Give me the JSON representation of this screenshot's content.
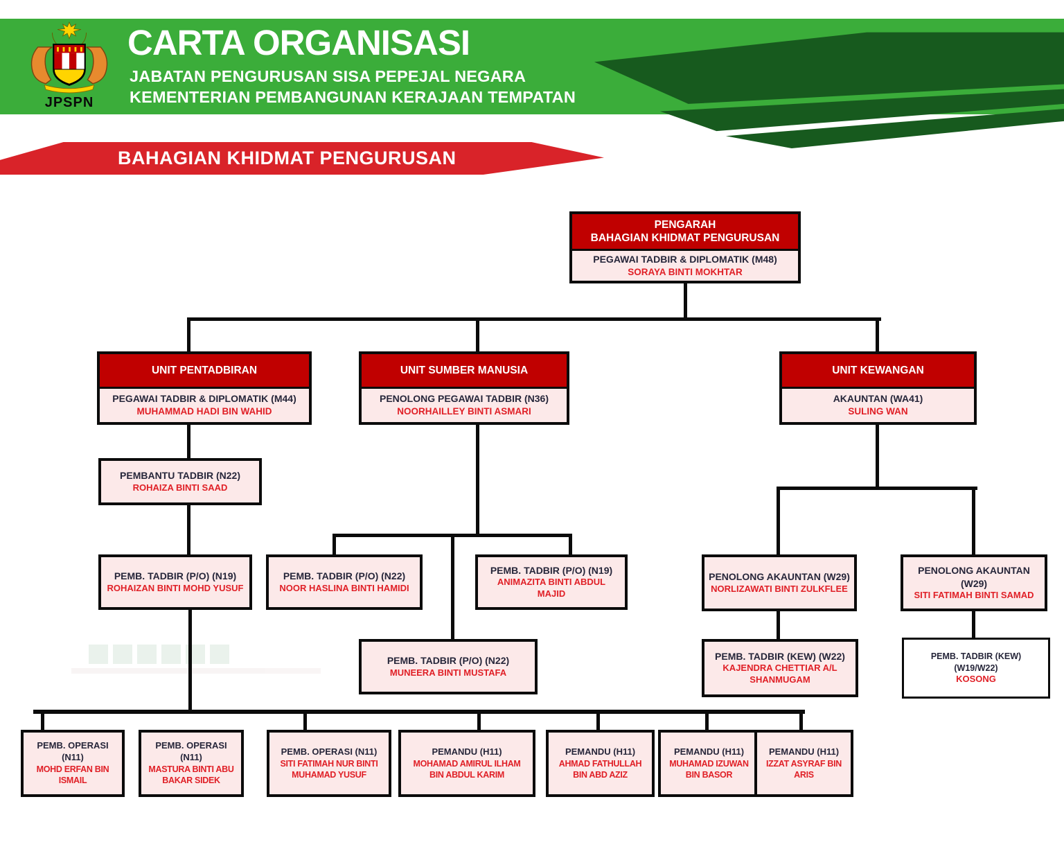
{
  "header": {
    "logo_text": "JPSPN",
    "title": "CARTA ORGANISASI",
    "subtitle1": "JABATAN PENGURUSAN SISA PEPEJAL NEGARA",
    "subtitle2": "KEMENTERIAN PEMBANGUNAN KERAJAAN TEMPATAN",
    "colors": {
      "banner_green": "#3BAD3A",
      "swoosh_dark_green": "#175A1E",
      "ribbon_red": "#D92329",
      "box_header_red": "#C00000",
      "name_red": "#E01F26",
      "box_pink": "#FCE9E9"
    }
  },
  "section_banner": {
    "label": "BAHAGIAN KHIDMAT PENGURUSAN"
  },
  "org": {
    "director": {
      "header_line1": "PENGARAH",
      "header_line2": "BAHAGIAN KHIDMAT PENGURUSAN",
      "title": "PEGAWAI  TADBIR & DIPLOMATIK (M48)",
      "name": "SORAYA BINTI MOKHTAR"
    },
    "unit_pentadbiran": {
      "header": "UNIT PENTADBIRAN",
      "title": "PEGAWAI  TADBIR & DIPLOMATIK (M44)",
      "name": "MUHAMMAD HADI BIN WAHID"
    },
    "pembantu_tadbir": {
      "title": "PEMBANTU TADBIR (N22)",
      "name": "ROHAIZA BINTI SAAD"
    },
    "pemb_tadbir_po_n19_pentadbiran": {
      "title": "PEMB. TADBIR (P/O) (N19)",
      "name": "ROHAIZAN BINTI MOHD YUSUF"
    },
    "unit_sumber_manusia": {
      "header": "UNIT SUMBER MANUSIA",
      "title": "PENOLONG PEGAWAI  TADBIR  (N36)",
      "name": "NOORHAILLEY BINTI ASMARI"
    },
    "pemb_tadbir_po_n22_left": {
      "title": "PEMB. TADBIR (P/O) (N22)",
      "name": "NOOR HASLINA BINTI HAMIDI"
    },
    "pemb_tadbir_po_n19_right": {
      "title": "PEMB. TADBIR (P/O) (N19)",
      "name": "ANIMAZITA BINTI ABDUL MAJID"
    },
    "pemb_tadbir_po_n22_center": {
      "title": "PEMB. TADBIR (P/O) (N22)",
      "name": "MUNEERA BINTI MUSTAFA"
    },
    "unit_kewangan": {
      "header": "UNIT KEWANGAN",
      "title": "AKAUNTAN (WA41)",
      "name": "SULING WAN"
    },
    "penolong_akauntan_1": {
      "title": "PENOLONG AKAUNTAN (W29)",
      "name": "NORLIZAWATI BINTI ZULKFLEE"
    },
    "penolong_akauntan_2": {
      "title": "PENOLONG AKAUNTAN (W29)",
      "name": "SITI FATIMAH BINTI SAMAD"
    },
    "pemb_tadbir_kew_1": {
      "title": "PEMB. TADBIR (KEW) (W22)",
      "name": "KAJENDRA CHETTIAR A/L SHANMUGAM"
    },
    "pemb_tadbir_kew_2": {
      "title": "PEMB. TADBIR (KEW) (W19/W22)",
      "name": "KOSONG"
    },
    "bottom_row": [
      {
        "title": "PEMB. OPERASI (N11)",
        "name": "MOHD ERFAN BIN ISMAIL"
      },
      {
        "title": "PEMB. OPERASI (N11)",
        "name": "MASTURA BINTI ABU BAKAR SIDEK"
      },
      {
        "title": "PEMB. OPERASI (N11)",
        "name": "SITI FATIMAH NUR BINTI MUHAMAD YUSUF"
      },
      {
        "title": "PEMANDU (H11)",
        "name": "MOHAMAD AMIRUL ILHAM BIN ABDUL KARIM"
      },
      {
        "title": "PEMANDU (H11)",
        "name": "AHMAD FATHULLAH BIN ABD AZIZ"
      },
      {
        "title": "PEMANDU (H11)",
        "name": "MUHAMAD IZUWAN BIN BASOR"
      },
      {
        "title": "PEMANDU (H11)",
        "name": "IZZAT ASYRAF BIN ARIS"
      }
    ]
  }
}
